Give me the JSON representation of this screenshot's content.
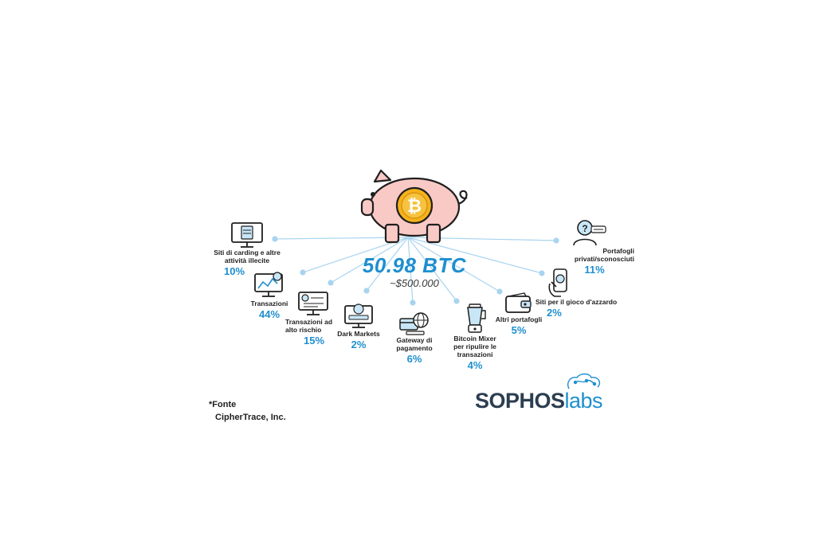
{
  "total": {
    "btc": "50.98 BTC",
    "usd": "~$500.000"
  },
  "categories": [
    {
      "id": "carding",
      "label": "Siti di carding e altre\nattività illecite",
      "pct": "10%",
      "icon": "monitor-card-icon"
    },
    {
      "id": "transazioni",
      "label": "Transazioni",
      "pct": "44%",
      "icon": "monitor-chart-icon"
    },
    {
      "id": "alto-rischio",
      "label": "Transazioni ad\nalto rischio",
      "pct": "15%",
      "icon": "monitor-risk-icon"
    },
    {
      "id": "dark-markets",
      "label": "Dark Markets",
      "pct": "2%",
      "icon": "monitor-hacker-icon"
    },
    {
      "id": "gateway",
      "label": "Gateway di\npagamento",
      "pct": "6%",
      "icon": "card-globe-icon"
    },
    {
      "id": "mixer",
      "label": "Bitcoin Mixer\nper ripulire le\ntransazioni",
      "pct": "4%",
      "icon": "blender-icon"
    },
    {
      "id": "altri-portafogli",
      "label": "Altri portafogli",
      "pct": "5%",
      "icon": "wallet-icon"
    },
    {
      "id": "gioco",
      "label": "Siti per il gioco d'azzardo",
      "pct": "2%",
      "icon": "phone-hand-icon"
    },
    {
      "id": "privati",
      "label": "Portafogli\nprivati/sconosciuti",
      "pct": "11%",
      "icon": "unknown-user-icon"
    }
  ],
  "source": {
    "line1": "*Fonte",
    "line2": "CipherTrace, Inc."
  },
  "brand": {
    "part1": "SOPHOS",
    "part2": "labs"
  },
  "colors": {
    "accent": "#1e8fcf",
    "pig": "#f9c9c6",
    "coin": "#f5b21a",
    "spoke": "#a8d4ef"
  }
}
